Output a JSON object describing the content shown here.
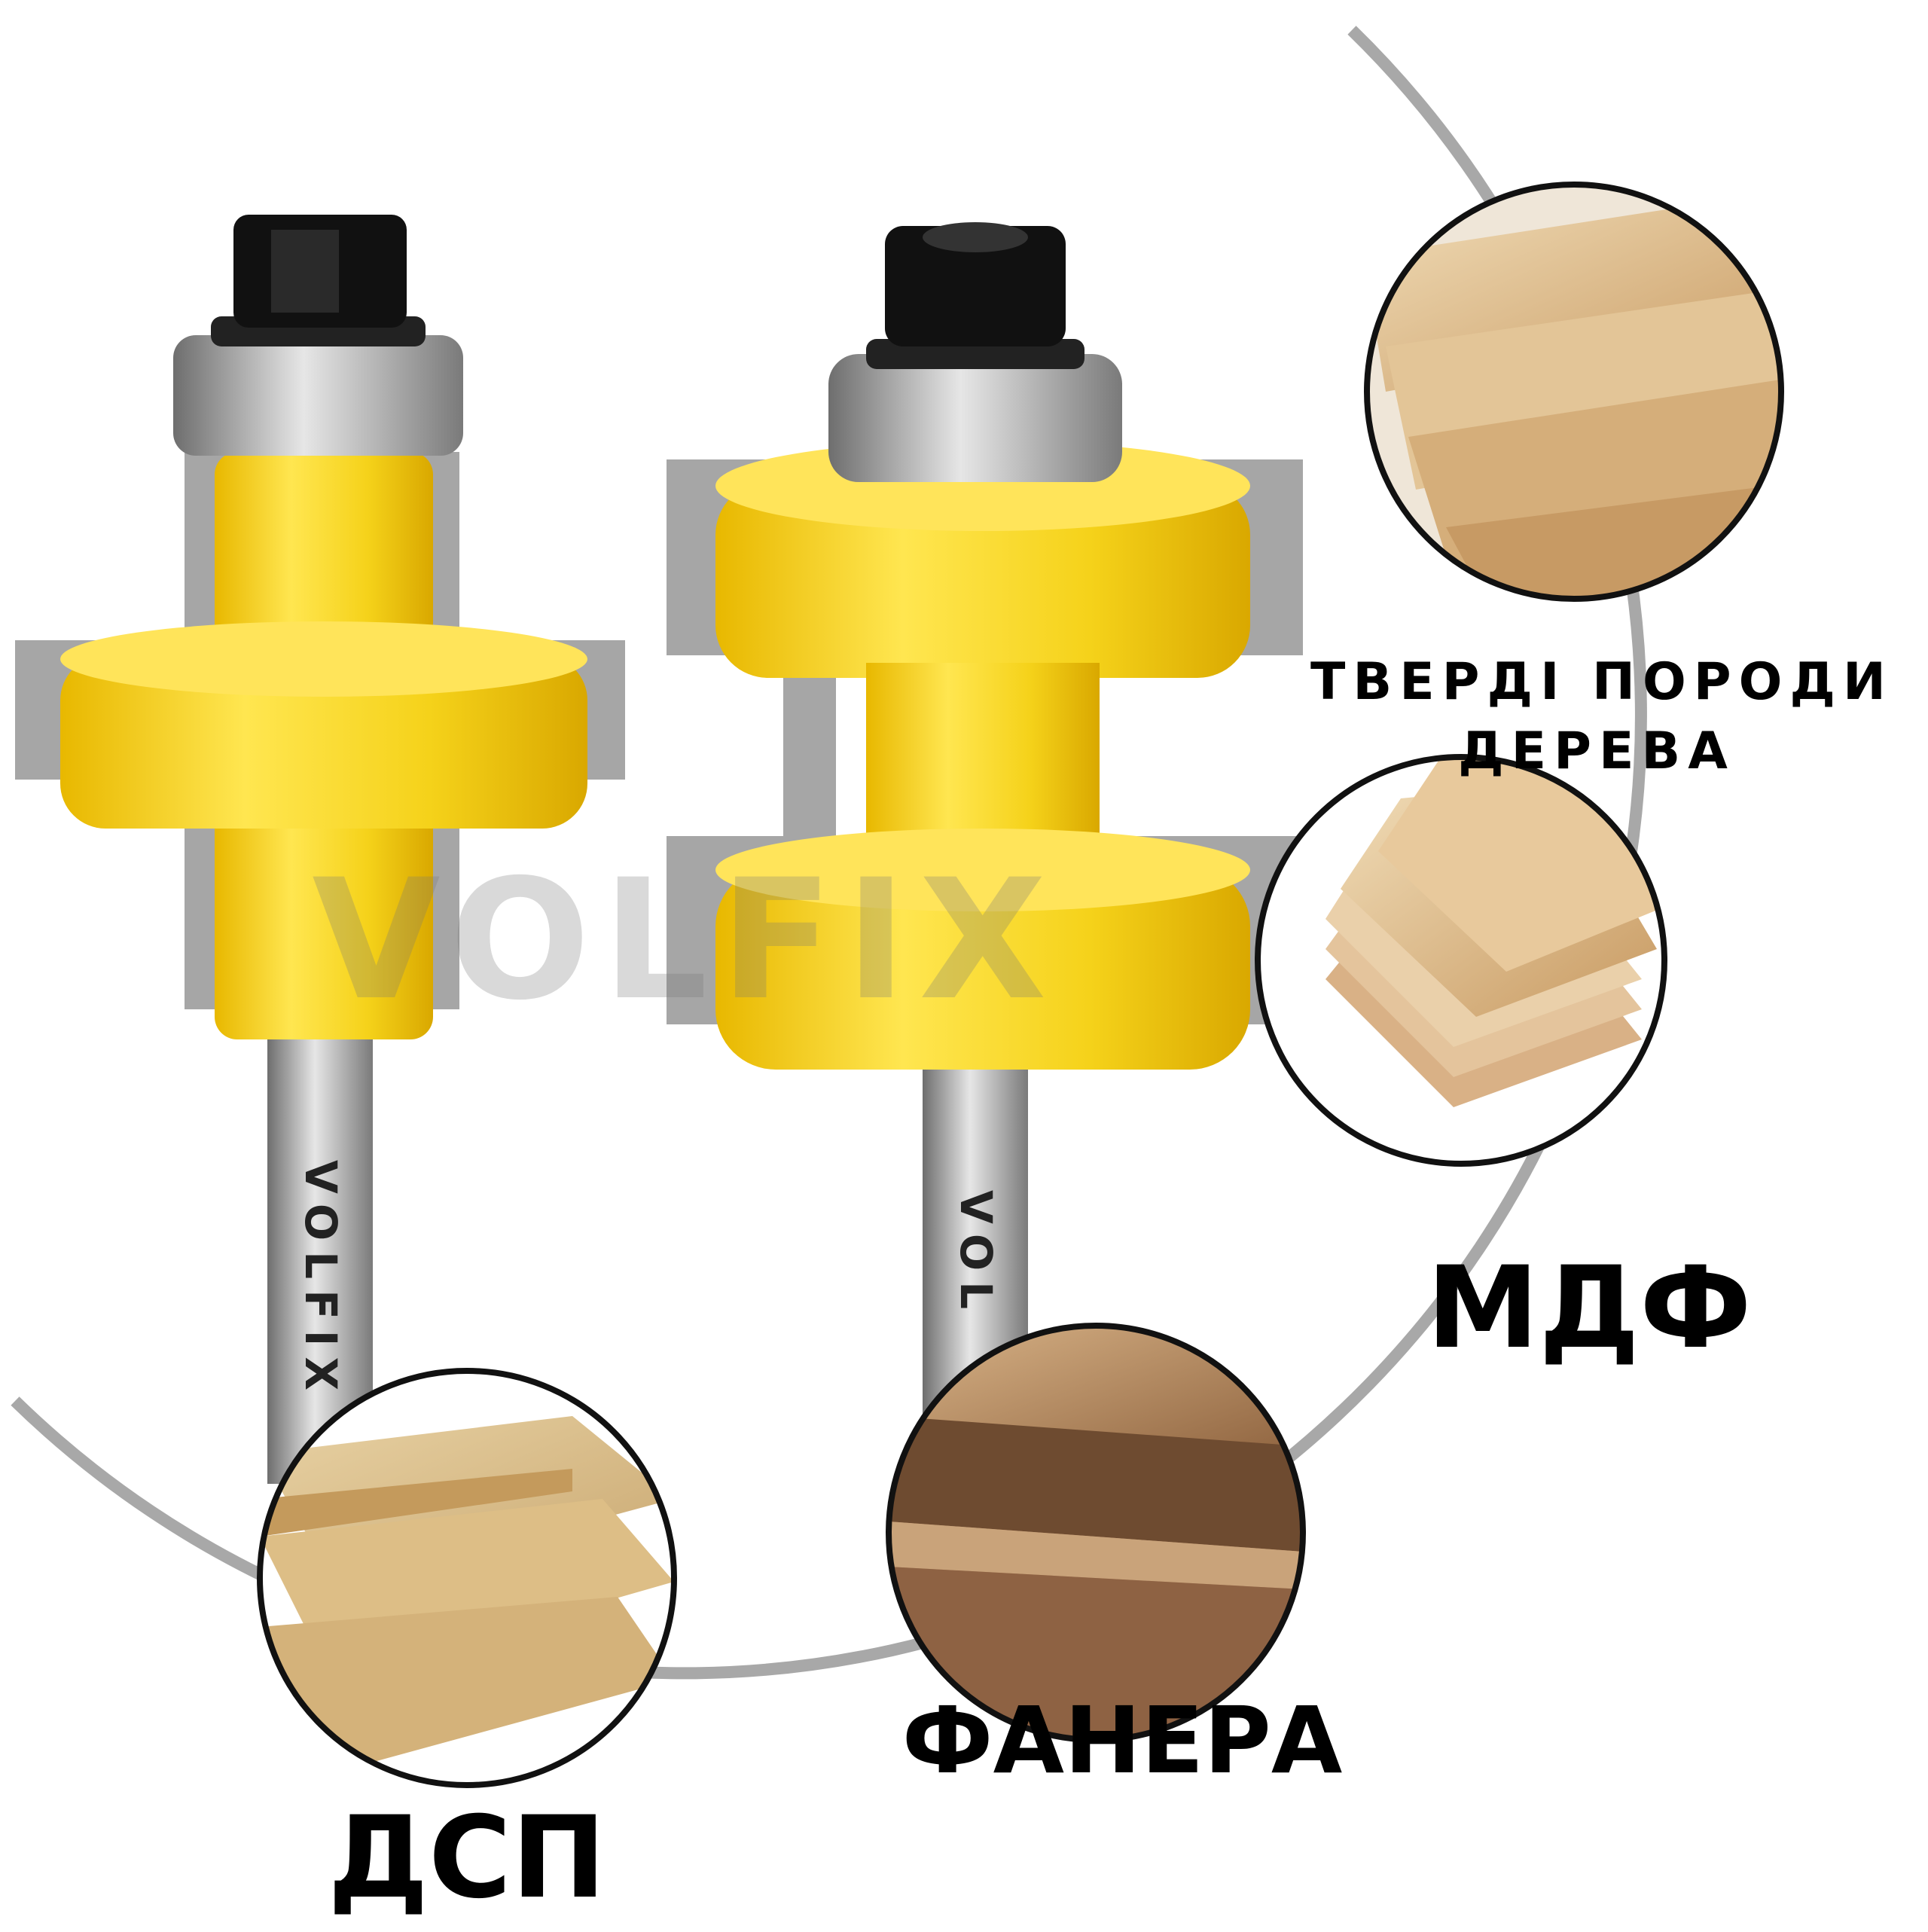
{
  "labels": {
    "hardwood_line1": "ТВЕРДІ ПОРОДИ",
    "hardwood_line2": "ДЕРЕВА",
    "mdf": "МДФ",
    "plywood": "ФАНЕРА",
    "chipboard": "ДСП"
  },
  "brand": {
    "watermark": "VOLFIX",
    "shank_marking": "VOLFIX"
  },
  "colors": {
    "cutter_yellow": "#F5D21A",
    "steel_gray": "#9A9A9A",
    "nut_black": "#111111",
    "ring_gray": "#A8A8A8"
  }
}
